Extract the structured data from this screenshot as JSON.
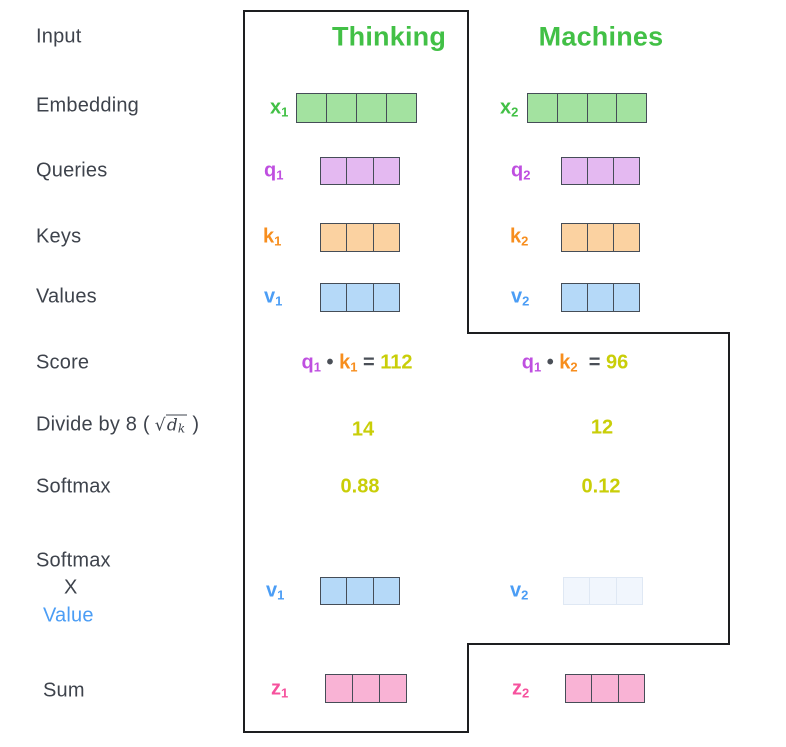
{
  "palette": {
    "label_text": "#3e434c",
    "green_text": "#42c046",
    "green_fill": "#a3e2a0",
    "purple_text": "#bf4fe0",
    "purple_fill": "#e4b9f1",
    "orange_text": "#f78e1e",
    "orange_fill": "#fbd2a1",
    "blue_text": "#4b9df5",
    "blue_fill": "#b5d9f8",
    "blue_fill_faded": "#f1f6fd",
    "blue_border_faded": "#dfe8f4",
    "pink_text": "#f6519d",
    "pink_fill": "#f9b3d5",
    "yellow_text": "#c9ce08",
    "cell_border": "#454d57",
    "outline": "#1d1e20",
    "dark_text": "#4a4f57"
  },
  "headers": [
    {
      "id": "thinking",
      "label": "Thinking"
    },
    {
      "id": "machines",
      "label": "Machines"
    }
  ],
  "row_labels": {
    "input": "Input",
    "embedding": "Embedding",
    "queries": "Queries",
    "keys": "Keys",
    "values": "Values",
    "score": "Score",
    "divide_prefix": "Divide by 8 (",
    "divide_sqrt_sign": "√",
    "divide_math_letter": "d",
    "divide_math_sub": "k",
    "divide_suffix": ")",
    "softmax": "Softmax",
    "softmax_x_line1": "Softmax",
    "softmax_x_line2": "X",
    "softmax_x_line3": "Value",
    "sum": "Sum"
  },
  "vectors": [
    {
      "id": "x1",
      "base": "x",
      "sub": "1",
      "color": "green",
      "cells": 4,
      "faded": false
    },
    {
      "id": "q1",
      "base": "q",
      "sub": "1",
      "color": "purple",
      "cells": 3,
      "faded": false
    },
    {
      "id": "k1",
      "base": "k",
      "sub": "1",
      "color": "orange",
      "cells": 3,
      "faded": false
    },
    {
      "id": "v1",
      "base": "v",
      "sub": "1",
      "color": "blue",
      "cells": 3,
      "faded": false
    },
    {
      "id": "v1b",
      "base": "v",
      "sub": "1",
      "color": "blue",
      "cells": 3,
      "faded": false
    },
    {
      "id": "z1",
      "base": "z",
      "sub": "1",
      "color": "pink",
      "cells": 3,
      "faded": false
    },
    {
      "id": "x2",
      "base": "x",
      "sub": "2",
      "color": "green",
      "cells": 4,
      "faded": false
    },
    {
      "id": "q2",
      "base": "q",
      "sub": "2",
      "color": "purple",
      "cells": 3,
      "faded": false
    },
    {
      "id": "k2",
      "base": "k",
      "sub": "2",
      "color": "orange",
      "cells": 3,
      "faded": false
    },
    {
      "id": "v2",
      "base": "v",
      "sub": "2",
      "color": "blue",
      "cells": 3,
      "faded": false
    },
    {
      "id": "v2b",
      "base": "v",
      "sub": "2",
      "color": "blue",
      "cells": 3,
      "faded": true
    },
    {
      "id": "z2",
      "base": "z",
      "sub": "2",
      "color": "pink",
      "cells": 3,
      "faded": false
    }
  ],
  "score_equations": [
    {
      "parts": [
        {
          "t": "q",
          "sub": "1",
          "c": "purple"
        },
        {
          "t": " • ",
          "c": "dark"
        },
        {
          "t": "k",
          "sub": "1",
          "c": "orange"
        },
        {
          "t": " = ",
          "c": "dark"
        },
        {
          "t": "112",
          "c": "yellow"
        }
      ]
    },
    {
      "parts": [
        {
          "t": "q",
          "sub": "1",
          "c": "purple"
        },
        {
          "t": " • ",
          "c": "dark"
        },
        {
          "t": "k",
          "sub": "2",
          "c": "orange"
        },
        {
          "t": "  = ",
          "c": "dark"
        },
        {
          "t": "96",
          "c": "yellow"
        }
      ]
    }
  ],
  "divide_values": [
    "14",
    "12"
  ],
  "softmax_values": [
    "0.88",
    "0.12"
  ]
}
